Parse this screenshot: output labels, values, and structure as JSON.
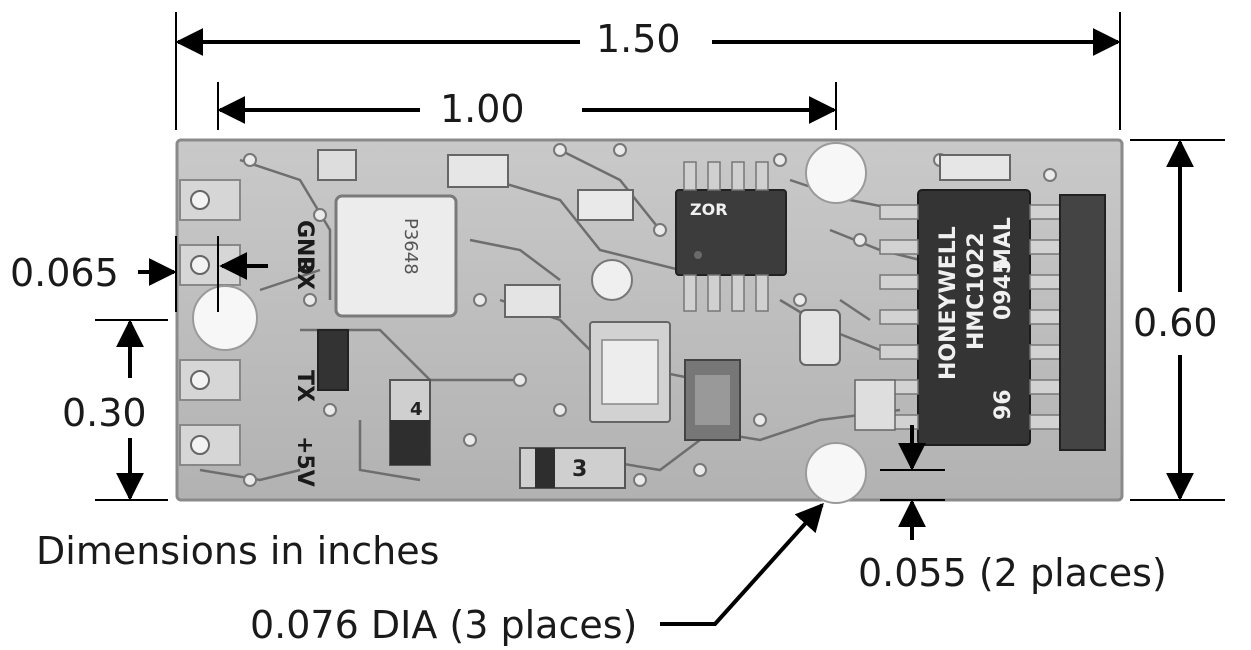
{
  "dimensions": {
    "overall_length": "1.50",
    "mount_hole_spacing": "1.00",
    "board_height": "0.60",
    "pin_offset": "0.065",
    "pin_spacing": "0.30",
    "edge_clearance": "0.055 (2 places)",
    "hole_diameter": "0.076 DIA (3 places)"
  },
  "caption": "Dimensions in inches",
  "board": {
    "pin_labels": [
      "GND",
      "RX",
      "TX",
      "+5V"
    ],
    "main_chip_text": [
      "HONEYWELL",
      "HMC1022",
      "0945",
      "MAL",
      "96"
    ],
    "chip2_text": "ZOR",
    "module_text": "P3648",
    "small_parts": [
      "4",
      "3"
    ]
  },
  "colors": {
    "board": "#bdbdbd",
    "board_edge": "#8a8a8a",
    "trace": "#6a6a6a",
    "chip": "#3a3a3a",
    "arrow": "#000000"
  }
}
